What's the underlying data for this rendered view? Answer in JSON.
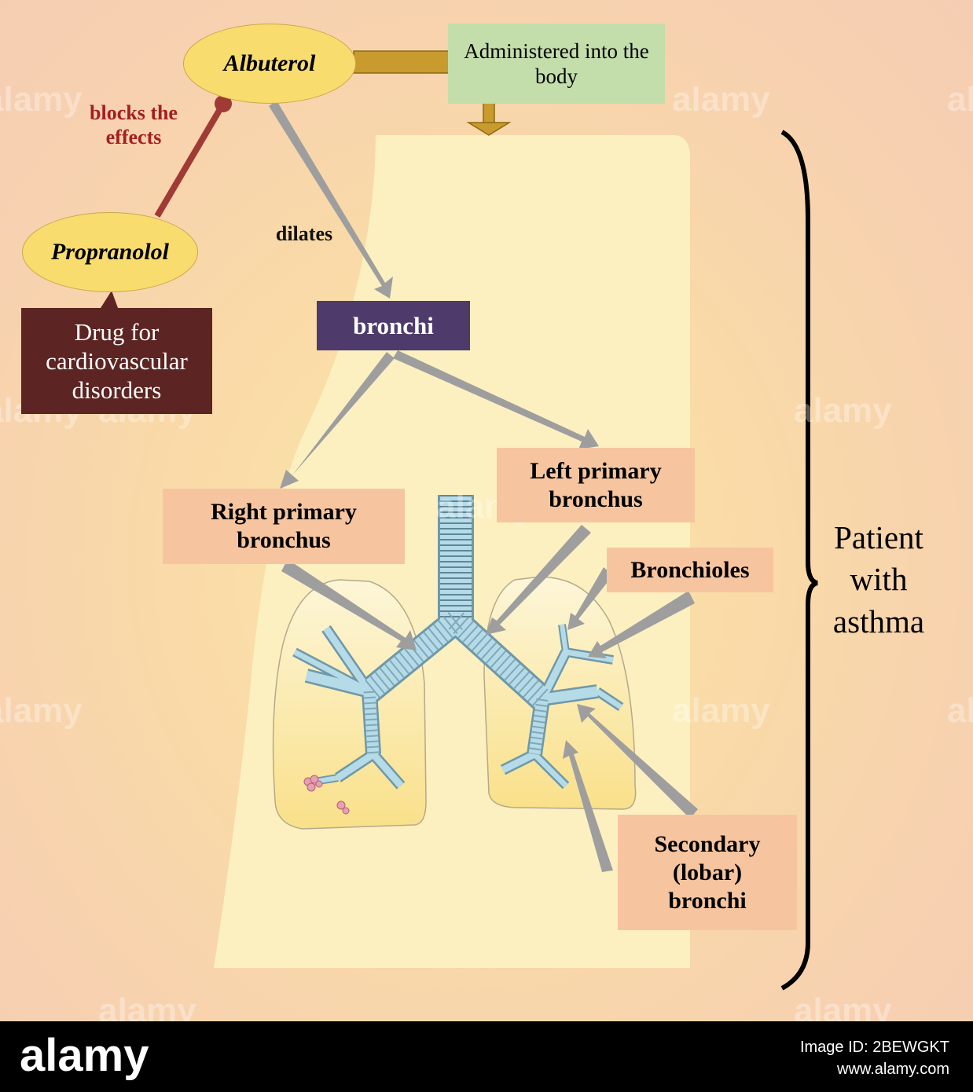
{
  "drugs": {
    "albuterol": "Albuterol",
    "propranolol": "Propranolol"
  },
  "administered": "Administered into the body",
  "blocks_effects": "blocks the effects",
  "dilates": "dilates",
  "drug_note": "Drug for cardiovascular disorders",
  "bronchi": "bronchi",
  "parts": {
    "right_primary": "Right primary bronchus",
    "left_primary": "Left primary bronchus",
    "bronchioles": "Bronchioles",
    "secondary": "Secondary (lobar) bronchi"
  },
  "patient": "Patient with asthma",
  "watermark": "alamy",
  "footer": {
    "logo": "alamy",
    "image_id": "Image ID: 2BEWGKT",
    "url": "www.alamy.com"
  },
  "colors": {
    "background": "#f9d9a8",
    "patient_area": "#fcf0c0",
    "ellipse": "#f9dc6e",
    "green_box": "#c4deab",
    "brown_box": "#5c2422",
    "purple_box": "#4f3b6b",
    "peach_box": "#f6c59f",
    "arrow_gray": "#9e9e9e",
    "block_red": "#a03a34",
    "admin_gold": "#b8860b",
    "airway": "#b6dbe8"
  }
}
